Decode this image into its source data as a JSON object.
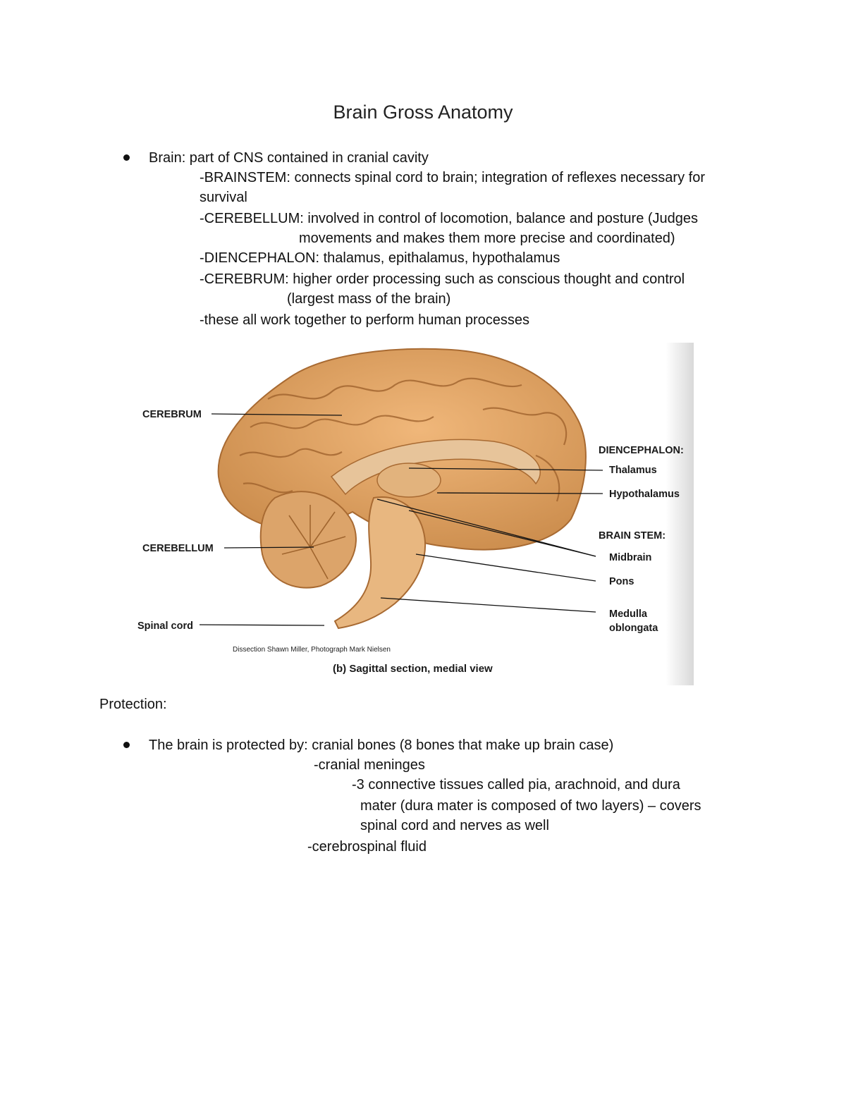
{
  "title": "Brain Gross Anatomy",
  "section1": {
    "bullet": "Brain: part of CNS contained in cranial cavity",
    "lines": [
      "-BRAINSTEM: connects spinal cord to brain; integration of reflexes necessary for",
      "survival",
      "-CEREBELLUM: involved in control of locomotion, balance and posture (Judges",
      "movements and makes them more precise and coordinated)",
      "-DIENCEPHALON: thalamus, epithalamus, hypothalamus",
      "-CEREBRUM: higher order processing such as conscious thought and control",
      "(largest mass of the brain)",
      "-these all work together to perform human processes"
    ]
  },
  "figure": {
    "labels": {
      "cerebrum": "CEREBRUM",
      "cerebellum": "CEREBELLUM",
      "spinal_cord": "Spinal cord",
      "diencephalon": "DIENCEPHALON:",
      "thalamus": "Thalamus",
      "hypothalamus": "Hypothalamus",
      "brain_stem": "BRAIN STEM:",
      "midbrain": "Midbrain",
      "pons": "Pons",
      "medulla_1": "Medulla",
      "medulla_2": "oblongata"
    },
    "credit": "Dissection Shawn Miller, Photograph Mark Nielsen",
    "caption": "(b) Sagittal section, medial view"
  },
  "section2": {
    "heading": "Protection:",
    "bullet": "The brain is protected by: cranial bones (8 bones that make up brain case)",
    "lines": [
      "-cranial meninges",
      "-3 connective tissues called pia, arachnoid, and dura",
      "mater (dura mater is composed of two layers) – covers",
      "spinal cord and nerves as well",
      "-cerebrospinal fluid"
    ]
  }
}
